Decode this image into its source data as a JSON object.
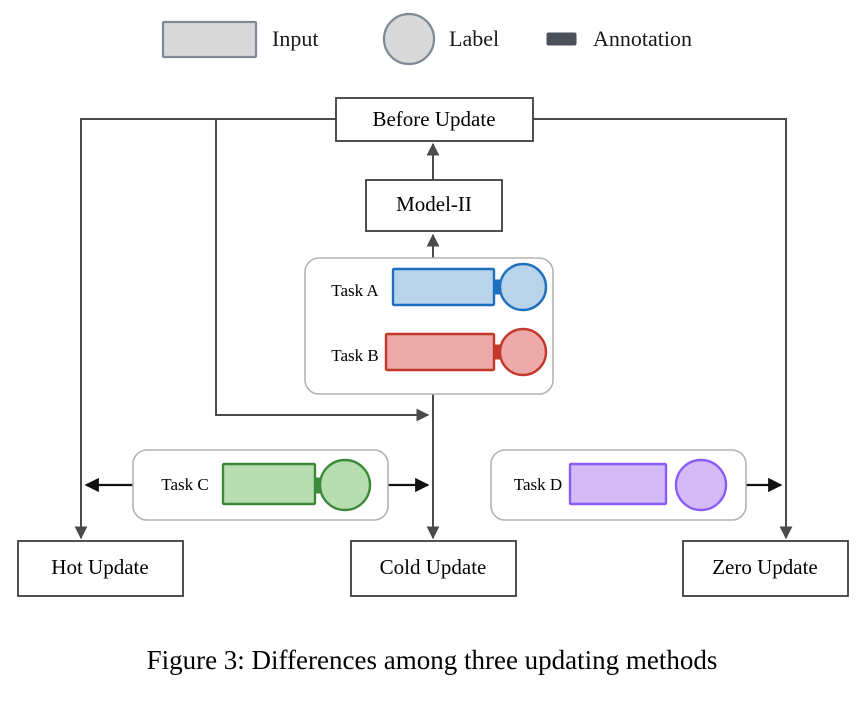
{
  "figure": {
    "caption": "Figure 3: Differences among three updating methods"
  },
  "legend": {
    "items": [
      {
        "id": "input",
        "icon": "rectangle-swatch-icon",
        "label": "Input",
        "fill": "#d9d9d9",
        "stroke": "#808a96"
      },
      {
        "id": "label",
        "icon": "circle-swatch-icon",
        "label": "Label",
        "fill": "#d9d9d9",
        "stroke": "#808a96"
      },
      {
        "id": "annotation",
        "icon": "bar-swatch-icon",
        "label": "Annotation",
        "fill": "#4a515c",
        "stroke": "#4a515c"
      }
    ]
  },
  "nodes": {
    "before_update": "Before Update",
    "model": "Model-II",
    "hot_update": "Hot Update",
    "cold_update": "Cold Update",
    "zero_update": "Zero Update"
  },
  "tasks": [
    {
      "id": "task-a",
      "label": "Task A",
      "color_fill": "#b8d4ea",
      "color_stroke": "#1f6fc0",
      "has_annotation": true,
      "panel": "upper"
    },
    {
      "id": "task-b",
      "label": "Task B",
      "color_fill": "#eeaaaa",
      "color_stroke": "#c0392b",
      "has_annotation": true,
      "panel": "upper"
    },
    {
      "id": "task-c",
      "label": "Task C",
      "color_fill": "#b8ddb0",
      "color_stroke": "#3a8a3a",
      "has_annotation": true,
      "panel": "lower-left"
    },
    {
      "id": "task-d",
      "label": "Task D",
      "color_fill": "#d4baf7",
      "color_stroke": "#8b5cf6",
      "has_annotation": false,
      "panel": "lower-right"
    }
  ],
  "palette": {
    "box_stroke": "#3d3d3d",
    "panel_stroke": "#b3b3b3",
    "connector": "#4a4a4a",
    "connector_dark": "#111111",
    "background": "#ffffff"
  }
}
